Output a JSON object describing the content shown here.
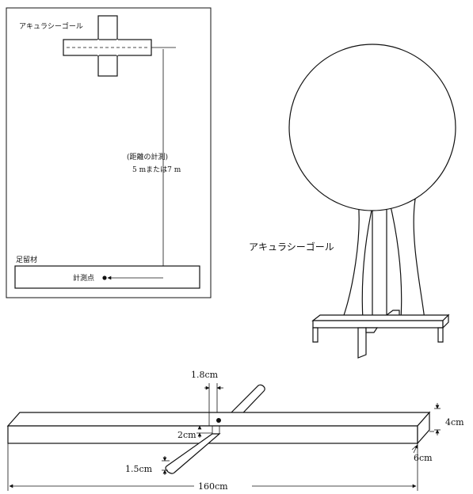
{
  "top_view": {
    "goal_label": "アキュラシーゴール",
    "distance_label": "(距離の計測)",
    "distance_value": "5 mまたは7 m",
    "foot_board_label": "足留材",
    "measure_point_label": "計測点"
  },
  "goal_figure": {
    "label": "アキュラシーゴール"
  },
  "bar_figure": {
    "dim_peg_width": "1.8cm",
    "dim_height": "4cm",
    "dim_offset": "2cm",
    "dim_depth": "6cm",
    "dim_peg_diameter": "1.5cm",
    "dim_length": "160cm"
  }
}
